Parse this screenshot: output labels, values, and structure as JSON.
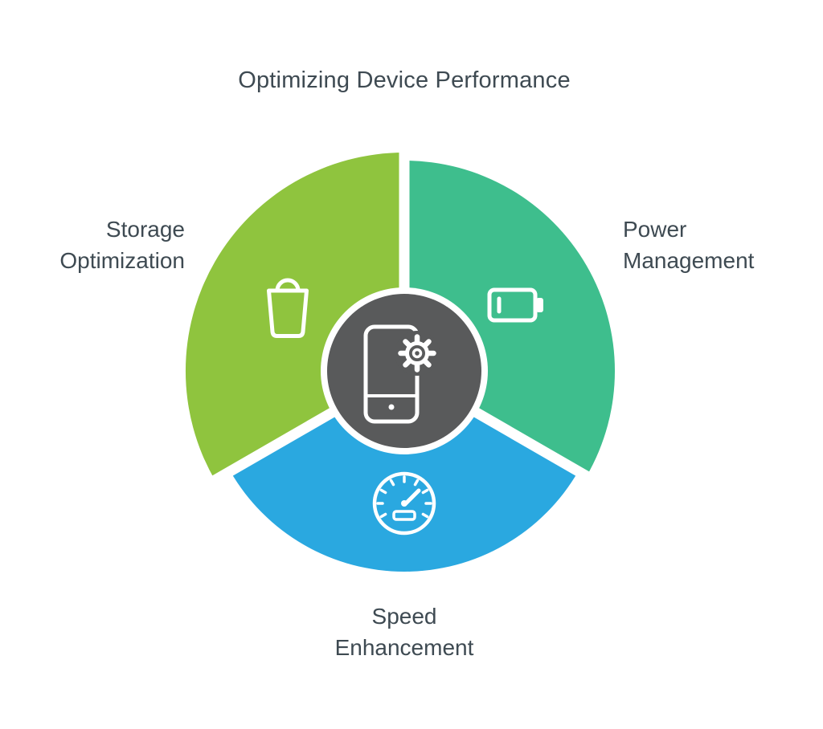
{
  "title": "Optimizing Device Performance",
  "text_color": "#3E4A52",
  "background": "#FFFFFF",
  "segments": {
    "storage": {
      "label": "Storage\nOptimization",
      "icon": "trash-bin-icon",
      "color": "#8FC43E"
    },
    "power": {
      "label": "Power\nManagement",
      "icon": "battery-icon",
      "color": "#3EBE8D"
    },
    "speed": {
      "label": "Speed\nEnhancement",
      "icon": "speedometer-icon",
      "color": "#2AA8E0"
    }
  },
  "center": {
    "icon": "phone-gear-icon",
    "color": "#595A5B",
    "ring_color": "#FFFFFF"
  }
}
